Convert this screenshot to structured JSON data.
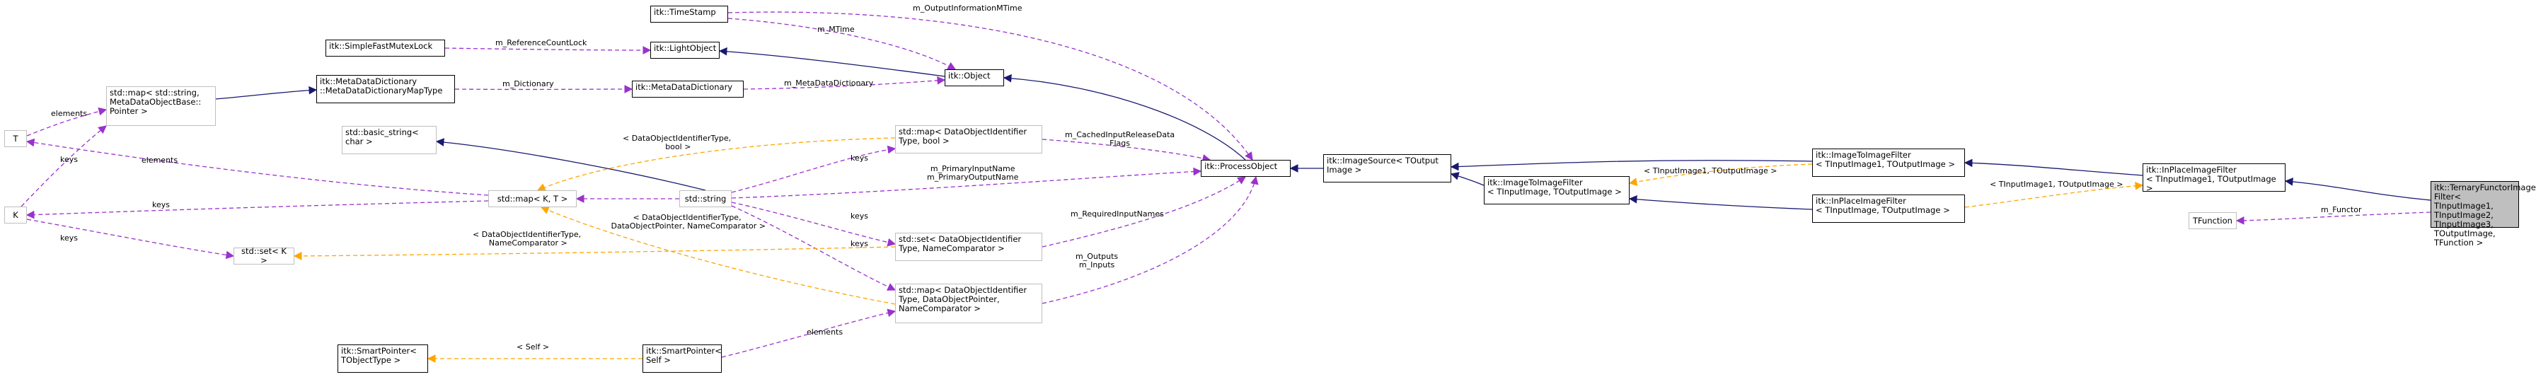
{
  "colors": {
    "inherit": "#191970",
    "usage": "#9a32cd",
    "template": "#ffa500",
    "current_fill": "#bfbfbf"
  },
  "nodes": {
    "ternary": "itk::TernaryFunctorImage\nFilter< TInputImage1,\n TInputImage2, TInputImage3,\n TOutputImage, TFunction >",
    "tfunction": "TFunction",
    "inplace_ternary": "itk::InPlaceImageFilter\n< TInputImage1, TOutputImage >",
    "i2i_t1": "itk::ImageToImageFilter\n< TInputImage1, TOutputImage >",
    "inplace_tin": "itk::InPlaceImageFilter\n< TInputImage, TOutputImage >",
    "i2i_tin": "itk::ImageToImageFilter\n< TInputImage, TOutputImage >",
    "imagesource": "itk::ImageSource< TOutput\nImage >",
    "processobject": "itk::ProcessObject",
    "object": "itk::Object",
    "lightobject": "itk::LightObject",
    "timestamp": "itk::TimeStamp",
    "mutexlock": "itk::SimpleFastMutexLock",
    "metadatadictionary": "itk::MetaDataDictionary",
    "mdd_maptype": "itk::MetaDataDictionary\n::MetaDataDictionaryMapType",
    "stdmap_meta": "std::map< std::string,\n MetaDataObjectBase::\nPointer >",
    "t_node": "T",
    "k_node": "K",
    "basic_string": "std::basic_string<\n char >",
    "string": "std::string",
    "map_kt": "std::map< K, T >",
    "set_k": "std::set< K >",
    "map_bool": "std::map< DataObjectIdentifier\nType, bool >",
    "set_name": "std::set< DataObjectIdentifier\nType, NameComparator >",
    "map_ptr": "std::map< DataObjectIdentifier\nType, DataObjectPointer,\n NameComparator >",
    "smartpointer_self": "itk::SmartPointer<\n Self >",
    "smartpointer_t": "itk::SmartPointer<\n TObjectType >"
  },
  "labels": {
    "m_functor": "m_Functor",
    "tin1_tout_a": "< TInputImage1, TOutputImage >",
    "tin1_tout_b": "< TInputImage1, TOutputImage >",
    "output_mtime": "m_OutputInformationMTime",
    "m_mtime": "m_MTime",
    "refcount": "m_ReferenceCountLock",
    "dictionary": "m_Dictionary",
    "metadatadictionary": "m_MetaDataDictionary",
    "cached": "m_CachedInputReleaseData\nFlags",
    "primary": "m_PrimaryInputName\nm_PrimaryOutputName",
    "required": "m_RequiredInputNames",
    "outputs": "m_Outputs\nm_Inputs",
    "elements_meta": "elements",
    "elements_kt": "elements",
    "elements_ptr": "elements",
    "keys_meta": "keys",
    "keys_kt": "keys",
    "keys_setk": "keys",
    "keys_bool": "keys",
    "keys_setname": "keys",
    "keys_ptr": "keys",
    "tmpl_bool": "< DataObjectIdentifierType,\n bool >",
    "tmpl_name": "< DataObjectIdentifierType,\n NameComparator >",
    "tmpl_ptr": "< DataObjectIdentifierType,\n DataObjectPointer, NameComparator >",
    "self": "< Self >"
  }
}
